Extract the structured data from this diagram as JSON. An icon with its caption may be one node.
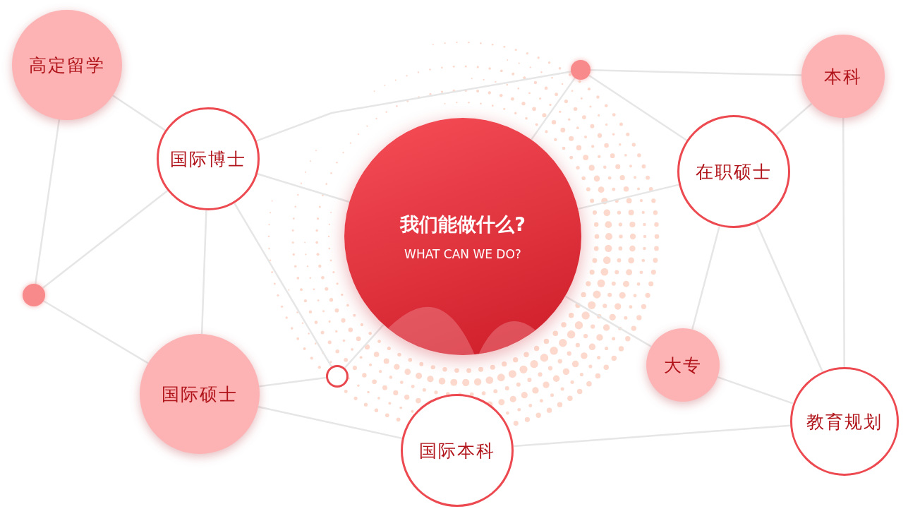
{
  "diagram": {
    "nodes": [
      {
        "text": [
          "高定留学"
        ]
      },
      {
        "text": [
          "国际博士"
        ]
      },
      {
        "text": [
          "我们能做什么?",
          "WHAT CAN WE DO?"
        ]
      },
      {
        "text": [
          "本科"
        ]
      },
      {
        "text": [
          "在职硕士"
        ]
      },
      {
        "text": [],
        "shape": "circle"
      },
      {
        "text": [],
        "shape": "circle"
      },
      {
        "text": [],
        "shape": "circle"
      },
      {
        "text": [
          "国际硕士"
        ]
      },
      {
        "text": [
          "大专"
        ]
      },
      {
        "text": [
          "教育规划"
        ]
      },
      {
        "text": [
          "国际本科"
        ]
      }
    ],
    "edges": [
      {
        "from": 0,
        "to": 1,
        "arrow": "none"
      },
      {
        "from": 0,
        "to": 5,
        "arrow": "none"
      },
      {
        "from": 1,
        "to": 5,
        "arrow": "none"
      },
      {
        "from": 1,
        "to": 6,
        "arrow": "none"
      },
      {
        "from": 1,
        "to": 2,
        "arrow": "none"
      },
      {
        "from": 1,
        "to": 8,
        "arrow": "none"
      },
      {
        "from": 1,
        "to": 7,
        "arrow": "none"
      },
      {
        "from": 5,
        "to": 8,
        "arrow": "none"
      },
      {
        "from": 8,
        "to": 7,
        "arrow": "none"
      },
      {
        "from": 7,
        "to": 2,
        "arrow": "none"
      },
      {
        "from": 8,
        "to": 11,
        "arrow": "none"
      },
      {
        "from": 6,
        "to": 3,
        "arrow": "none"
      },
      {
        "from": 6,
        "to": 4,
        "arrow": "none"
      },
      {
        "from": 6,
        "to": 2,
        "arrow": "none"
      },
      {
        "from": 3,
        "to": 4,
        "arrow": "none"
      },
      {
        "from": 3,
        "to": 10,
        "arrow": "none"
      },
      {
        "from": 4,
        "to": 2,
        "arrow": "none"
      },
      {
        "from": 4,
        "to": 9,
        "arrow": "none"
      },
      {
        "from": 4,
        "to": 10,
        "arrow": "none"
      },
      {
        "from": 2,
        "to": 9,
        "arrow": "none"
      },
      {
        "from": 9,
        "to": 10,
        "arrow": "none"
      },
      {
        "from": 11,
        "to": 10,
        "arrow": "none"
      }
    ]
  }
}
